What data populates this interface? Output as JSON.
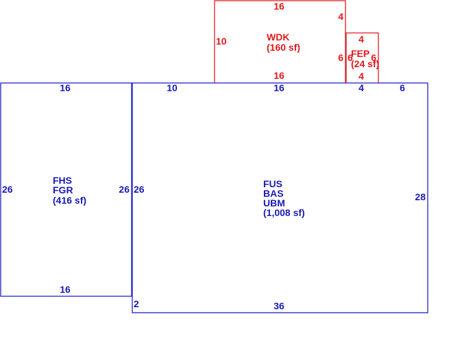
{
  "colors": {
    "main_structure": "#1a1ab3",
    "additions": "#e0191e",
    "background": "#ffffff"
  },
  "areas": {
    "garage": {
      "codes": [
        "FHS",
        "FGR"
      ],
      "area": "(416 sf)",
      "dims": {
        "top": "16",
        "bottom": "16",
        "left": "26",
        "right": "26"
      }
    },
    "main": {
      "codes": [
        "FUS",
        "BAS",
        "UBM"
      ],
      "area": "(1,008 sf)",
      "dims": {
        "top_left": "10",
        "top_mid": "16",
        "top_right_a": "4",
        "top_right_b": "6",
        "left": "26",
        "right": "28",
        "bottom": "36",
        "offset": "2"
      }
    },
    "deck": {
      "codes": [
        "WDK"
      ],
      "area": "(160 sf)",
      "dims": {
        "top": "16",
        "bottom": "16",
        "left": "10",
        "right_upper": "4",
        "right_lower": "6"
      }
    },
    "porch": {
      "codes": [
        "FEP"
      ],
      "area": "(24 sf)",
      "dims": {
        "top": "4",
        "bottom": "4",
        "left": "6",
        "right": "6"
      }
    }
  }
}
